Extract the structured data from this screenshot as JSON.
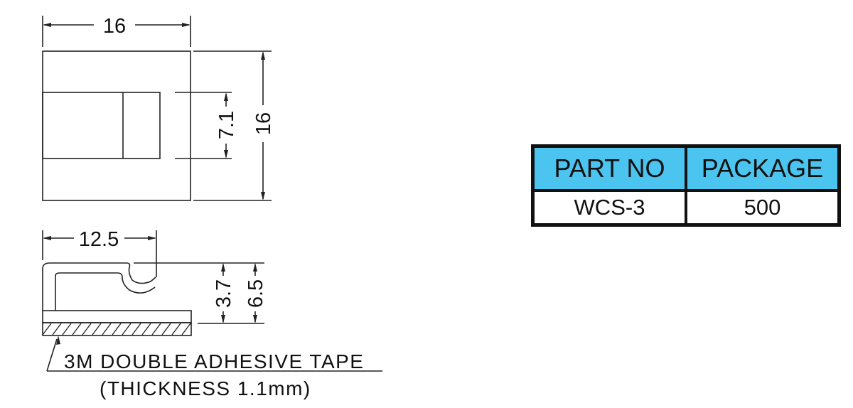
{
  "dimensions": {
    "top_width": "16",
    "top_height": "16",
    "slot_height": "7.1",
    "side_length": "12.5",
    "hook_height": "3.7",
    "total_height": "6.5"
  },
  "notes": {
    "tape_label": "3M DOUBLE ADHESIVE TAPE",
    "thickness_label": "(THICKNESS 1.1mm)"
  },
  "table": {
    "headers": [
      "PART NO",
      "PACKAGE"
    ],
    "rows": [
      [
        "WCS-3",
        "500"
      ]
    ],
    "header_color": "#4cc4f0"
  }
}
